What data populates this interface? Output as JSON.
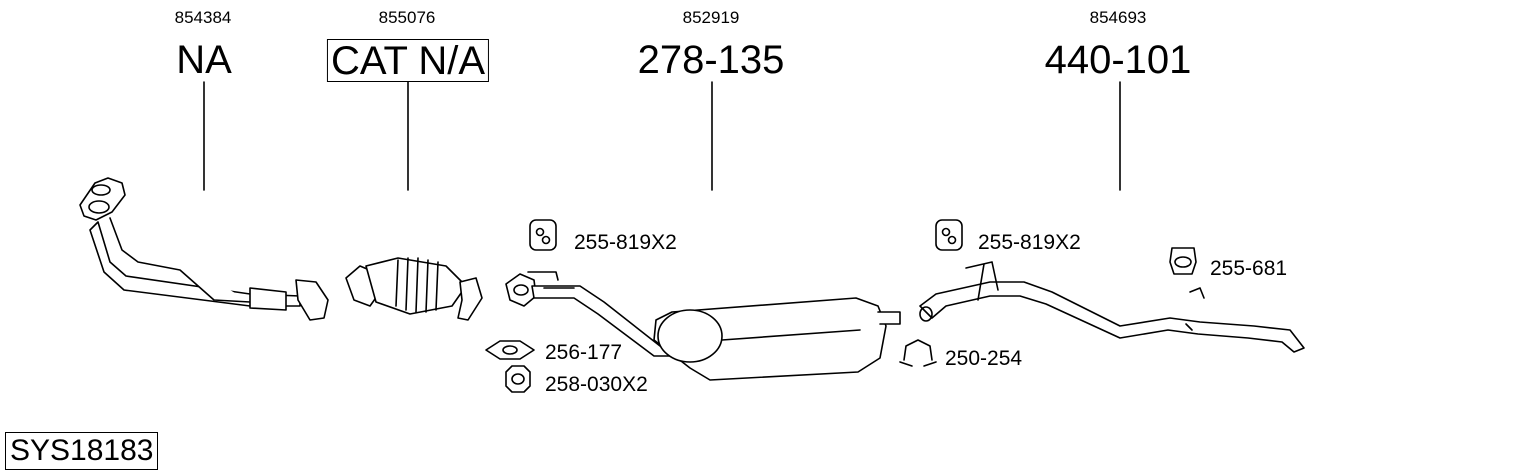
{
  "system_code": "SYS18183",
  "parts": [
    {
      "oe": "854384",
      "ref": "NA"
    },
    {
      "oe": "855076",
      "ref": "CAT N/A"
    },
    {
      "oe": "852919",
      "ref": "278-135"
    },
    {
      "oe": "854693",
      "ref": "440-101"
    }
  ],
  "accessories": [
    {
      "ref": "255-819X2"
    },
    {
      "ref": "256-177"
    },
    {
      "ref": "258-030X2"
    },
    {
      "ref": "255-819X2"
    },
    {
      "ref": "250-254"
    },
    {
      "ref": "255-681"
    }
  ]
}
